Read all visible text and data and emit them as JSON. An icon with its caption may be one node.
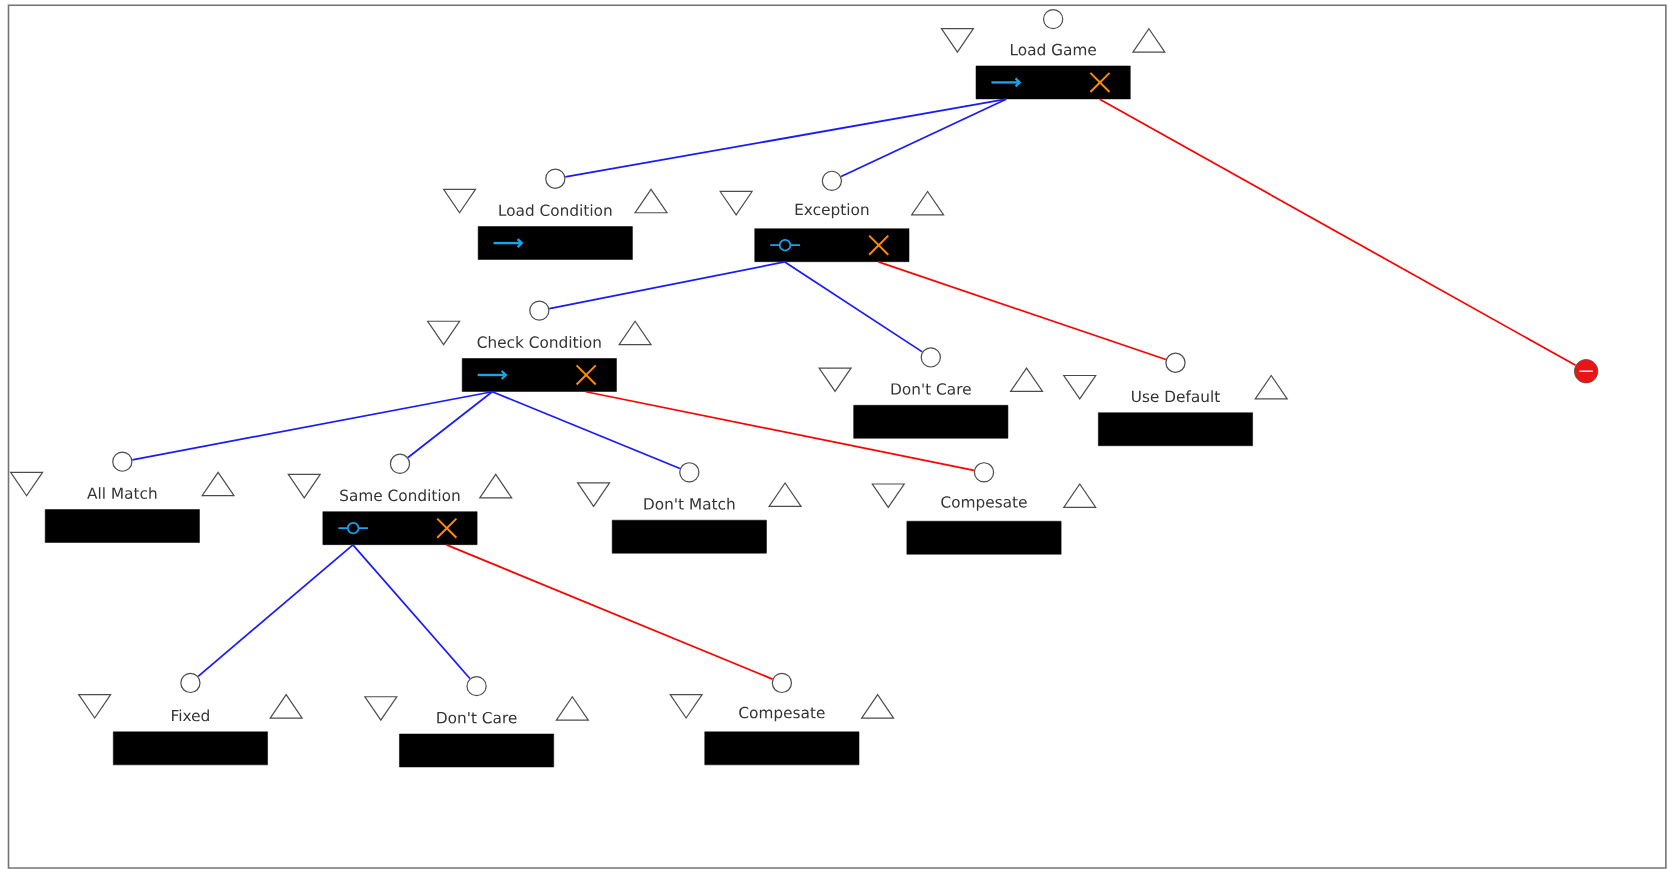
{
  "diagram": {
    "nodes": [
      {
        "text": [
          "Load Game"
        ]
      },
      {
        "text": [
          "Load Condition"
        ]
      },
      {
        "text": [
          "Exception"
        ]
      },
      {
        "text": [
          "Check Condition"
        ]
      },
      {
        "text": [
          "Don't Care"
        ]
      },
      {
        "text": [
          "Use Default"
        ]
      },
      {
        "text": [],
        "shape": "circle"
      },
      {
        "text": [
          "All Match"
        ]
      },
      {
        "text": [
          "Same Condition"
        ]
      },
      {
        "text": [
          "Don't Match"
        ]
      },
      {
        "text": [
          "Compesate"
        ]
      },
      {
        "text": [
          "Fixed"
        ]
      },
      {
        "text": [
          "Don't Care"
        ]
      },
      {
        "text": [
          "Compesate"
        ]
      }
    ],
    "edges": [
      {
        "from": 0,
        "to": 1,
        "arrow": "none"
      },
      {
        "from": 0,
        "to": 2,
        "arrow": "none"
      },
      {
        "from": 0,
        "to": 6,
        "arrow": "none",
        "color": "#ff0000"
      },
      {
        "from": 2,
        "to": 3,
        "arrow": "none"
      },
      {
        "from": 2,
        "to": 4,
        "arrow": "none"
      },
      {
        "from": 2,
        "to": 5,
        "arrow": "none",
        "color": "#ff0000"
      },
      {
        "from": 3,
        "to": 7,
        "arrow": "none"
      },
      {
        "from": 3,
        "to": 8,
        "arrow": "none"
      },
      {
        "from": 3,
        "to": 9,
        "arrow": "none"
      },
      {
        "from": 3,
        "to": 10,
        "arrow": "none",
        "color": "#ff0000"
      },
      {
        "from": 8,
        "to": 11,
        "arrow": "none"
      },
      {
        "from": 8,
        "to": 12,
        "arrow": "none"
      },
      {
        "from": 8,
        "to": 13,
        "arrow": "none",
        "color": "#ff0000"
      }
    ]
  }
}
